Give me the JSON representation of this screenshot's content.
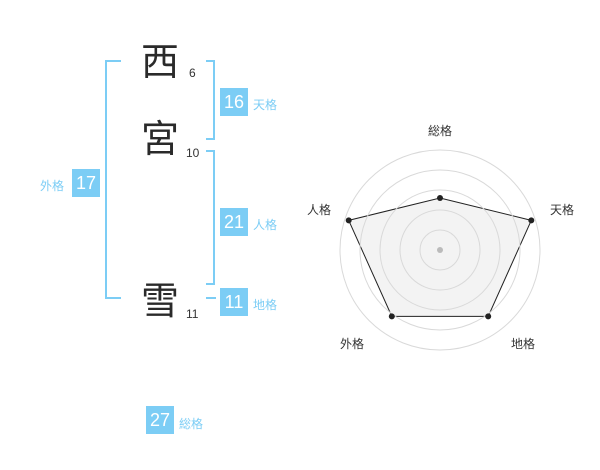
{
  "name_chars": [
    {
      "char": "西",
      "strokes": "6"
    },
    {
      "char": "宮",
      "strokes": "10"
    },
    {
      "char": "雪",
      "strokes": "11"
    }
  ],
  "fortunes": {
    "tenkaku": {
      "label": "天格",
      "value": "16"
    },
    "jinkaku": {
      "label": "人格",
      "value": "21"
    },
    "chikaku": {
      "label": "地格",
      "value": "11"
    },
    "gaikaku": {
      "label": "外格",
      "value": "17"
    },
    "soukaku": {
      "label": "総格",
      "value": "27"
    }
  },
  "radar": {
    "axes": [
      "総格",
      "天格",
      "地格",
      "外格",
      "人格"
    ],
    "values": [
      0.52,
      0.96,
      0.82,
      0.82,
      0.96
    ],
    "rings": 5,
    "colors": {
      "fill": "#eeeeee",
      "ring": "#d9d9d9",
      "line": "#222222",
      "center": "#bbbbbb"
    }
  },
  "colors": {
    "accent": "#7ccdf5"
  }
}
